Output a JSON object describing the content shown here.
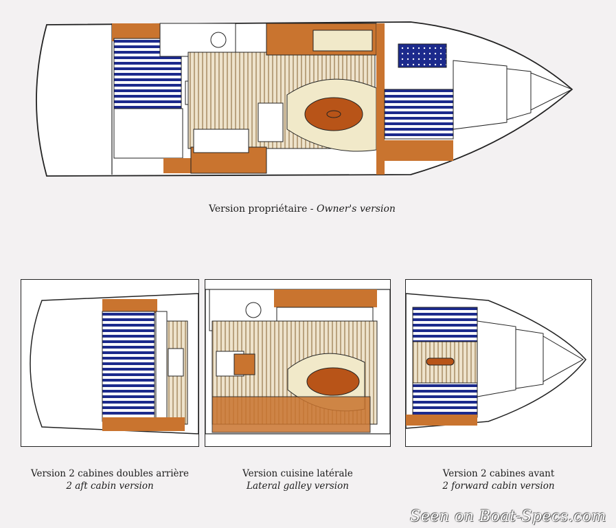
{
  "main_plan": {
    "caption_fr": "Version propriétaire",
    "caption_sep": " - ",
    "caption_en": "Owner's version"
  },
  "variants": [
    {
      "caption_fr": "Version 2 cabines doubles arrière",
      "caption_en": "2 aft cabin version"
    },
    {
      "caption_fr": "Version cuisine latérale",
      "caption_en": "Lateral galley version"
    },
    {
      "caption_fr": "Version 2 cabines avant",
      "caption_en": "2 forward cabin version"
    }
  ],
  "watermark": "Seen on Boat-Specs.com",
  "colors": {
    "wood": "#c9742f",
    "wood_light": "#e2a36a",
    "berth_blue": "#1c2a8c",
    "floor_stripe": "#b9a27e",
    "seat_cream": "#f1e9c9",
    "table": "#b85418"
  }
}
